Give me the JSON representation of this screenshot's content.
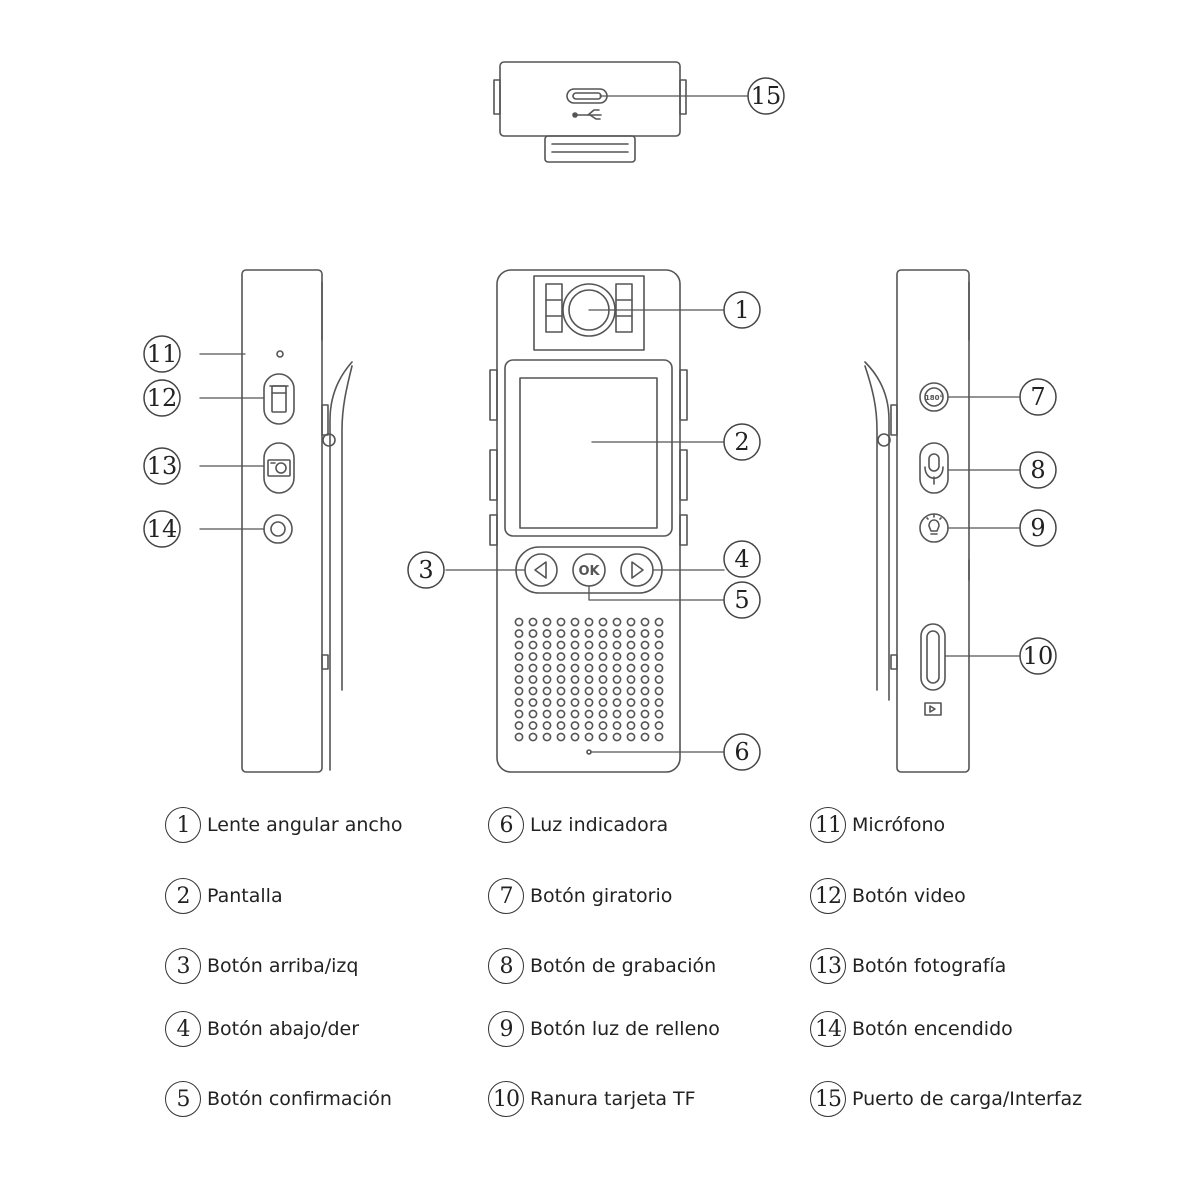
{
  "callouts": [
    "1",
    "2",
    "3",
    "4",
    "5",
    "6",
    "7",
    "8",
    "9",
    "10",
    "11",
    "12",
    "13",
    "14",
    "15"
  ],
  "icons": {
    "ok_button": "OK",
    "rotate_button": "180°"
  },
  "legend": [
    {
      "num": "1",
      "label": "Lente angular ancho"
    },
    {
      "num": "2",
      "label": "Pantalla"
    },
    {
      "num": "3",
      "label": "Botón arriba/izq"
    },
    {
      "num": "4",
      "label": "Botón abajo/der"
    },
    {
      "num": "5",
      "label": "Botón confirmación"
    },
    {
      "num": "6",
      "label": "Luz indicadora"
    },
    {
      "num": "7",
      "label": "Botón giratorio"
    },
    {
      "num": "8",
      "label": "Botón de grabación"
    },
    {
      "num": "9",
      "label": "Botón luz de relleno"
    },
    {
      "num": "10",
      "label": "Ranura tarjeta TF"
    },
    {
      "num": "11",
      "label": "Micrófono"
    },
    {
      "num": "12",
      "label": "Botón video"
    },
    {
      "num": "13",
      "label": "Botón fotografía"
    },
    {
      "num": "14",
      "label": "Botón encendido"
    },
    {
      "num": "15",
      "label": "Puerto de carga/Interfaz"
    }
  ]
}
